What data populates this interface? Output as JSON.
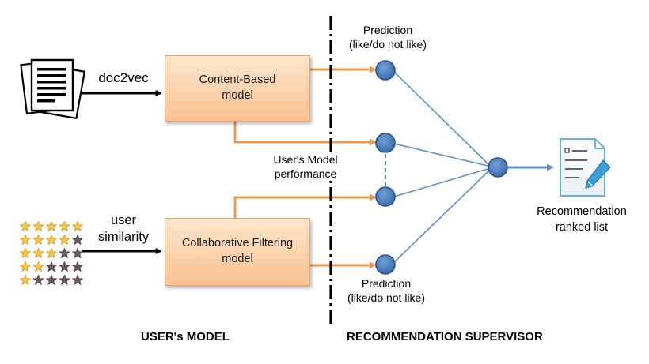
{
  "diagram": {
    "inputs": {
      "doc_label": "doc2vec",
      "user_label_line1": "user",
      "user_label_line2": "similarity"
    },
    "models": {
      "content_based_line1": "Content-Based",
      "content_based_line2": "model",
      "collab_line1": "Collaborative Filtering",
      "collab_line2": "model"
    },
    "middle_label_line1": "User's Model",
    "middle_label_line2": "performance",
    "prediction_top_line1": "Prediction",
    "prediction_top_line2": "(like/do not like)",
    "prediction_bottom_line1": "Prediction",
    "prediction_bottom_line2": "(like/do not like)",
    "output_line1": "Recommendation",
    "output_line2": "ranked list",
    "section_left": "USER's MODEL",
    "section_right": "RECOMMENDATION SUPERVISOR",
    "star_ratings": [
      5,
      4,
      3,
      2,
      1
    ],
    "colors": {
      "node_fill": "#4a7ebb",
      "node_stroke": "#2c5584",
      "orange_arrow": "#e79a52",
      "blue_line": "#5b93cf",
      "star_filled": "#f5c842",
      "star_empty": "#6e5a5a"
    }
  }
}
